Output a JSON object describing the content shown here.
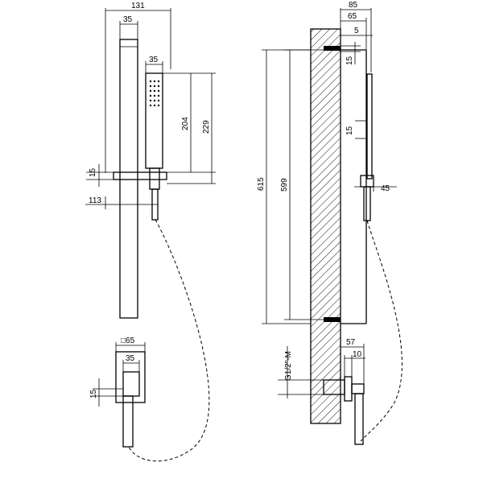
{
  "drawing": {
    "left_view": {
      "dim_width_total": "131",
      "dim_bar_width": "35",
      "dim_handshower_width": "35",
      "dim_handshower_204": "204",
      "dim_handshower_229": "229",
      "dim_holder_15": "15",
      "dim_holder_113": "113",
      "dim_outlet_65": "□65",
      "dim_outlet_35": "35",
      "dim_outlet_15": "15"
    },
    "right_view": {
      "dim_depth_total": "85",
      "dim_depth_65": "65",
      "dim_clip_5": "5",
      "dim_clip_15": "15",
      "dim_height_615": "615",
      "dim_height_599": "599",
      "dim_hand_15": "15",
      "dim_holder_45": "45",
      "dim_outlet_57": "57",
      "dim_outlet_10": "10",
      "dim_thread": "G1/2\"-M"
    }
  }
}
